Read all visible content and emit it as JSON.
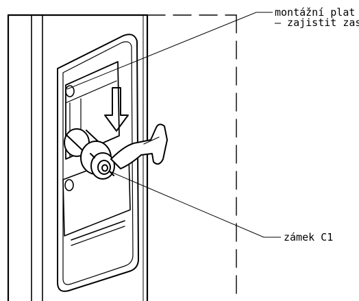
{
  "labels": {
    "mounting_plate_line1": "montážní plat",
    "mounting_plate_line2": "– zajistit zas",
    "lock": "zámek C1"
  },
  "colors": {
    "stroke": "#000000",
    "background": "#ffffff"
  }
}
